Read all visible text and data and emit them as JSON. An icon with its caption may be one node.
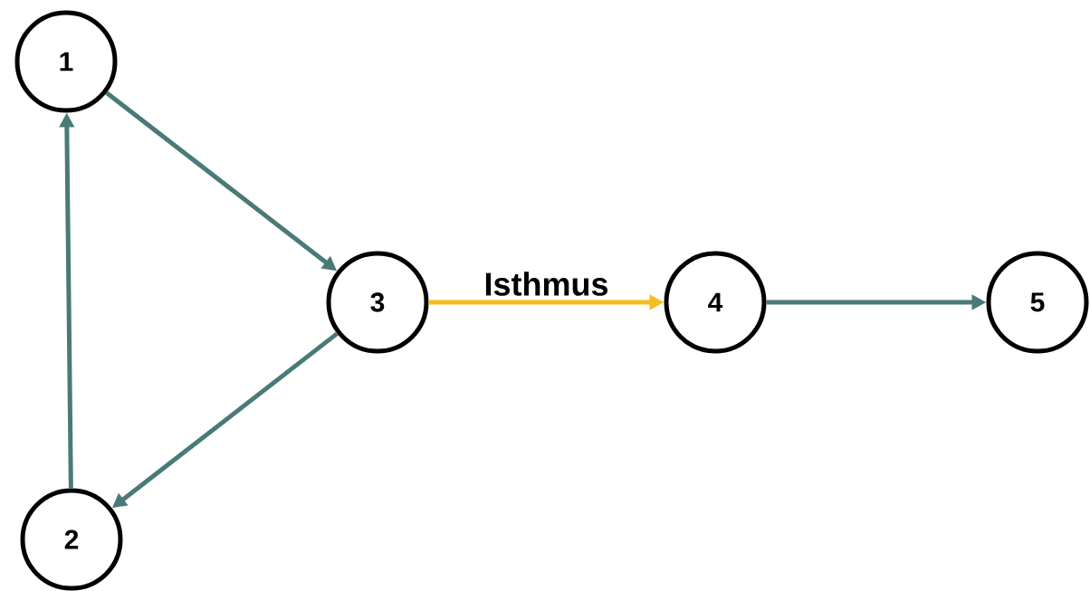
{
  "diagram": {
    "nodes": [
      {
        "text": [
          "1"
        ]
      },
      {
        "text": [
          "2"
        ]
      },
      {
        "text": [
          "3"
        ]
      },
      {
        "text": [
          "4"
        ]
      },
      {
        "text": [
          "5"
        ]
      }
    ],
    "edges": [
      {
        "from": 0,
        "to": 2,
        "arrow": "to"
      },
      {
        "from": 2,
        "to": 1,
        "arrow": "to"
      },
      {
        "from": 1,
        "to": 0,
        "arrow": "to"
      },
      {
        "from": 2,
        "to": 3,
        "arrow": "to",
        "label": "Isthmus",
        "color": "#f5bd1f"
      },
      {
        "from": 3,
        "to": 4,
        "arrow": "to"
      }
    ]
  }
}
